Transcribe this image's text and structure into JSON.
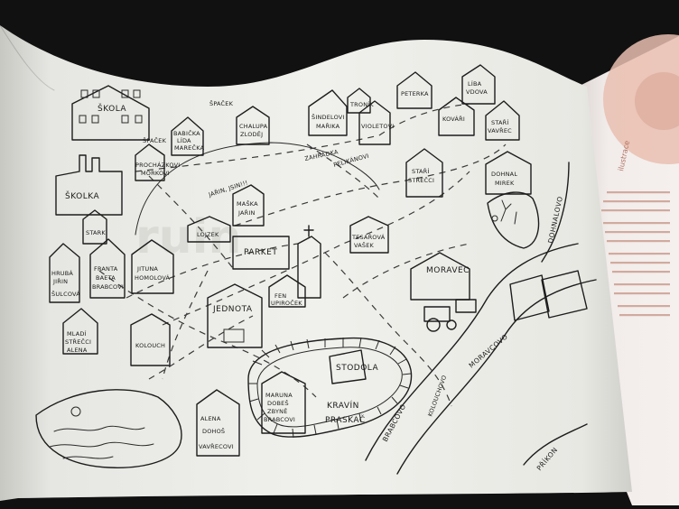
{
  "map": {
    "labels": {
      "skola": "ŠKOLA",
      "skolka": "ŠKOLKA",
      "stark": "STARK",
      "spacek_1": "ŠPAČEK",
      "spacek_2": "ŠPAČEK",
      "prochazkovi_1": "PROCHÁZKOVI",
      "prochazkovi_2": "MORKOVI",
      "babicka_1": "BABIČKA",
      "babicka_2": "LÍDA",
      "babicka_3": "MAREČKA",
      "chalupa_1": "CHALUPA",
      "chalupa_2": "ZLODĚJ",
      "sindelovi_1": "ŠINDELOVI",
      "sindelovi_2": "MAŘIKA",
      "tronik": "TRONÍK",
      "violet": "VIOLETOVI",
      "peterka": "PETERKA",
      "liba_1": "LÍBA",
      "liba_2": "VDOVA",
      "kovari": "KOVÁŘI",
      "stari_1": "STAŘÍ",
      "stari_2": "VAVŘEC",
      "stari_strecci_1": "STAŘÍ",
      "stari_strecci_2": "STŘEČCI",
      "dohnal_1": "DOHNAL",
      "dohnal_2": "MIREK",
      "jarin_shout": "JAŘIN, JSIN!!!",
      "maska_1": "MAŠKA",
      "maska_2": "JAŘIN",
      "lojzek": "LOJZEK",
      "parket": "PARKET",
      "hrubi_1": "HRUBÁ",
      "hrubi_2": "JIŘIN",
      "hrubi_3": "ŠULCOVÁ",
      "frantik_1": "FRANTA",
      "frantik_2": "BAETA",
      "frantik_3": "BRABCOVI",
      "jitule_1": "JITUNA",
      "jitule_2": "HOMOLOVÁ",
      "jednota": "JEDNOTA",
      "fara_1": "FEN",
      "fara_2": "UPIROČEK",
      "mladi_1": "MLADÍ",
      "mladi_2": "STŘEČCI",
      "mladi_3": "ALENA",
      "kolouch": "KOLOUCH",
      "tesarova_1": "TESAŘOVÁ",
      "tesarova_2": "VAŠEK",
      "moravec": "MORAVEC",
      "stodola": "STODOLA",
      "marusa_1": "MARUNA",
      "marusa_2": "DOBEŠ",
      "marusa_3": "ZBYNĚ",
      "marusa_4": "BRABCOVI",
      "kravin_1": "KRAVÍN",
      "kravin_2": "PRASKAČ",
      "alena_1": "ALENA",
      "alena_2": "DOHOŠ",
      "alena_3": "VAVŘECOVI",
      "road_moravcovo": "MORAVCOVO",
      "road_dohnalovo": "DOHNALOVO",
      "road_brabcovo": "BRABCOVO",
      "road_kolouchovo": "KOLOUCHOVO",
      "road_prikon": "PŘÍKON",
      "road_zahradka": "ZAHRÁDKA",
      "road_pelikan": "PELIKÁNOVI"
    },
    "right_page_text": "ilustrace"
  },
  "colors": {
    "paper": "#eeeeea",
    "paper_shadow": "#d4d4cf",
    "ink": "#1d1d1d",
    "background": "#121212",
    "right_page": "#f2ecea",
    "salmon": "#e8b8a8"
  }
}
